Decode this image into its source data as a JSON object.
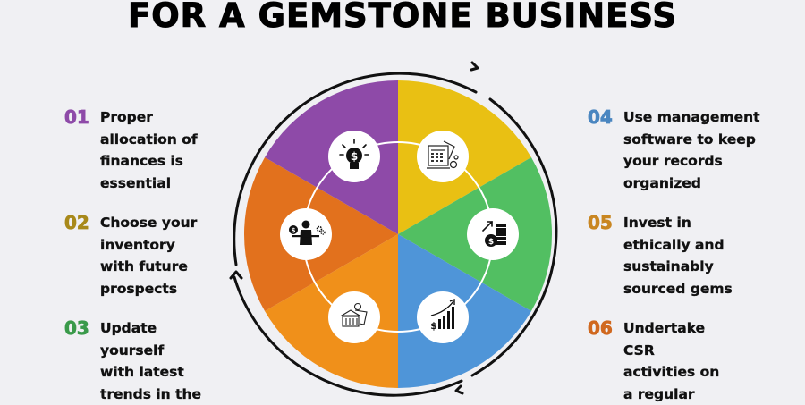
{
  "title": "FOR A GEMSTONE BUSINESS",
  "colors": {
    "purple": "#8E4AA8",
    "yellow": "#E9C013",
    "green": "#52BF62",
    "blue": "#4F95D8",
    "orange": "#F0901A",
    "dark_orange": "#E2711D",
    "background": "#F0F0F3"
  },
  "items": [
    {
      "number": "01",
      "color": "#8E4AA8",
      "text": "Proper\nallocation of\nfinances is\nessential",
      "icon": "lightbulb-dollar-icon"
    },
    {
      "number": "02",
      "color": "#A8891A",
      "text": "Choose your\ninventory\nwith future\nprospects",
      "icon": "person-balance-icon"
    },
    {
      "number": "03",
      "color": "#3A9A4A",
      "text": "Update\nyourself\nwith latest\ntrends in the",
      "icon": "bank-money-icon"
    },
    {
      "number": "04",
      "color": "#4A86C0",
      "text": "Use management\nsoftware to keep\nyour records\norganized",
      "icon": "calculator-document-icon"
    },
    {
      "number": "05",
      "color": "#C98621",
      "text": "Invest in\nethically and\nsustainably\nsourced gems",
      "icon": "coins-growth-icon"
    },
    {
      "number": "06",
      "color": "#D0681E",
      "text": "Undertake\nCSR\nactivities on\na regular",
      "icon": "growth-chart-dollar-icon"
    }
  ],
  "chart_data": {
    "type": "pie",
    "title": "FOR A GEMSTONE BUSINESS",
    "categories": [
      "04 Use management software",
      "05 Invest in ethical gems",
      "06 Undertake CSR",
      "03 Update with trends",
      "02 Choose inventory",
      "01 Allocation of finances"
    ],
    "values": [
      1,
      1,
      1,
      1,
      1,
      1
    ],
    "colors": [
      "#E9C013",
      "#52BF62",
      "#4F95D8",
      "#F0901A",
      "#E2711D",
      "#8E4AA8"
    ]
  }
}
